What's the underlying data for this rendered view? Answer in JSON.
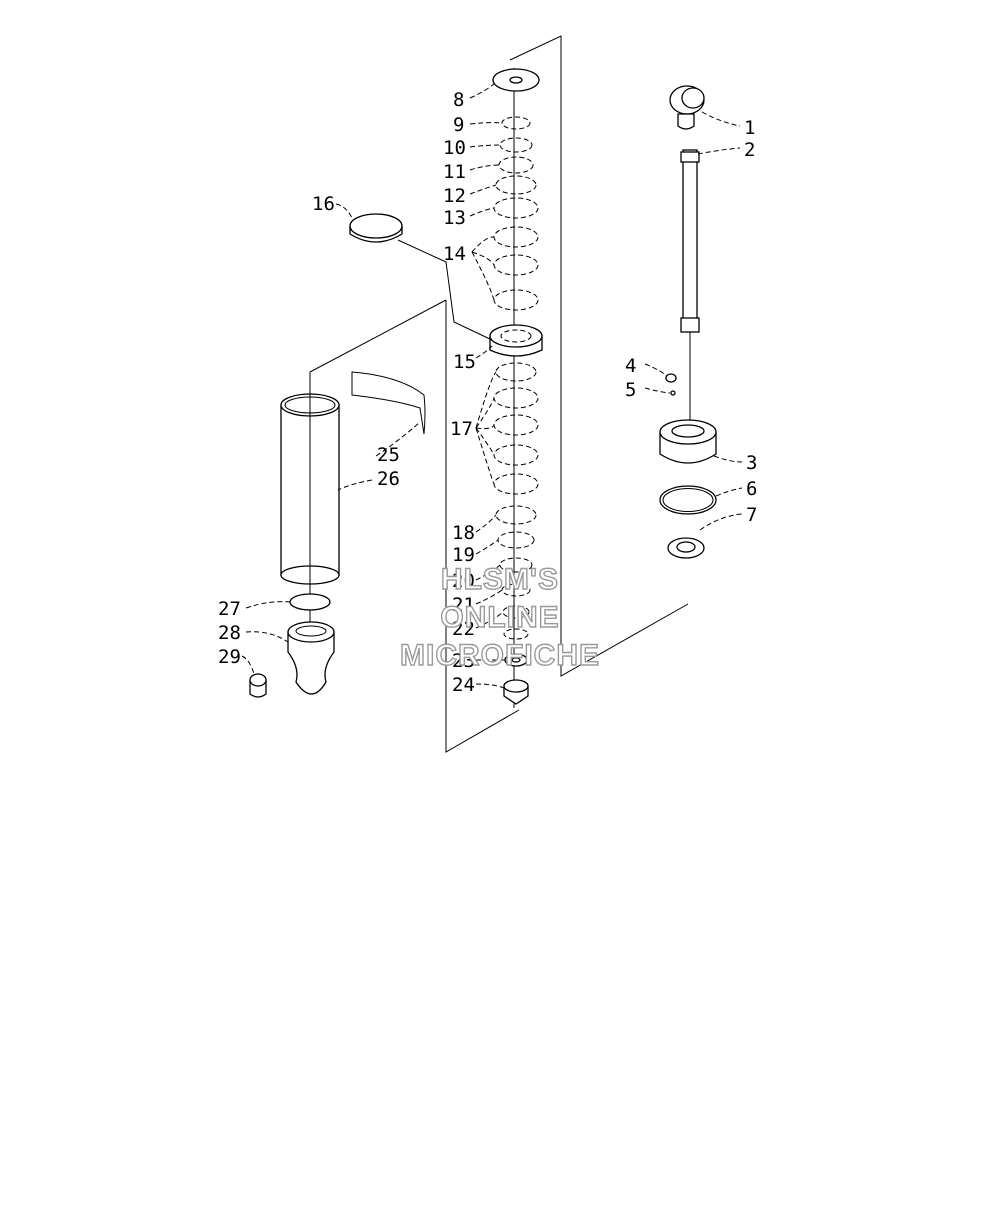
{
  "diagram": {
    "callouts": [
      "1",
      "2",
      "3",
      "4",
      "5",
      "6",
      "7",
      "8",
      "9",
      "10",
      "11",
      "12",
      "13",
      "14",
      "15",
      "16",
      "17",
      "18",
      "19",
      "20",
      "21",
      "22",
      "23",
      "24",
      "25",
      "26",
      "27",
      "28",
      "29"
    ],
    "watermark": [
      "HLSM'S",
      "ONLINE",
      "MICROFICHE"
    ]
  }
}
